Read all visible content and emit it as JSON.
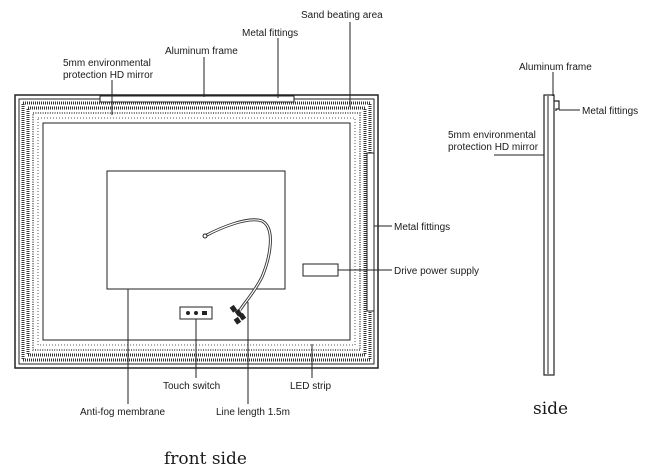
{
  "labels": {
    "sand_beating_area": "Sand beating area",
    "metal_fittings_top": "Metal fittings",
    "aluminum_frame": "Aluminum frame",
    "mirror": [
      "5mm environmental",
      "protection HD mirror"
    ],
    "metal_fittings_right": "Metal fittings",
    "drive_power_supply": "Drive power supply",
    "touch_switch": "Touch switch",
    "led_strip": "LED strip",
    "anti_fog_membrane": "Anti-fog membrane",
    "line_length": "Line length 1.5m"
  },
  "side_labels": {
    "aluminum_frame": "Aluminum frame",
    "metal_fittings": "Metal fittings",
    "mirror": [
      "5mm environmental",
      "protection HD mirror"
    ]
  },
  "captions": {
    "front": "front side",
    "side": "side"
  }
}
